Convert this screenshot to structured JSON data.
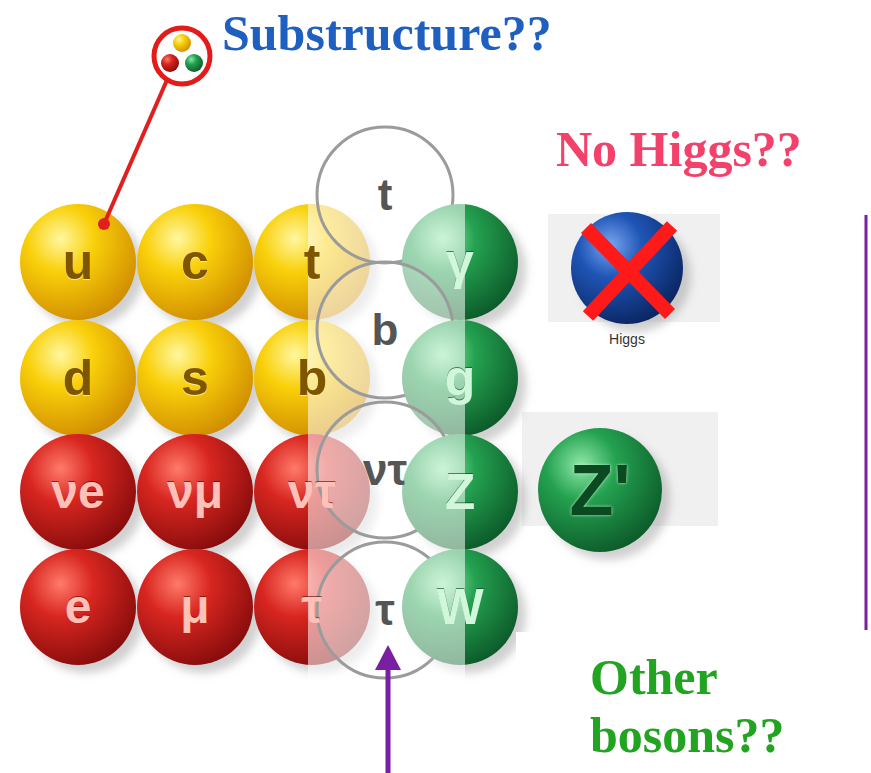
{
  "diagram": {
    "nodes": [
      {
        "text": [
          "u"
        ]
      },
      {
        "text": [
          "c"
        ]
      },
      {
        "text": [
          "t"
        ]
      },
      {
        "text": [
          "t"
        ]
      },
      {
        "text": [
          "γ"
        ]
      },
      {
        "text": [
          "Higgs"
        ]
      },
      {
        "text": [
          "d"
        ]
      },
      {
        "text": [
          "s"
        ]
      },
      {
        "text": [
          "b"
        ]
      },
      {
        "text": [
          "b"
        ]
      },
      {
        "text": [
          "g"
        ]
      },
      {
        "text": [
          "νe"
        ]
      },
      {
        "text": [
          "νμ"
        ]
      },
      {
        "text": [
          "ντ"
        ]
      },
      {
        "text": [
          "ντ"
        ]
      },
      {
        "text": [
          "Z"
        ]
      },
      {
        "text": [
          "Z'"
        ]
      },
      {
        "text": [
          "e"
        ]
      },
      {
        "text": [
          "μ"
        ]
      },
      {
        "text": [
          "τ"
        ]
      },
      {
        "text": [
          "τ"
        ]
      },
      {
        "text": [
          "W"
        ]
      }
    ],
    "labels": [
      "Substructure??",
      "No Higgs??",
      "Other bosons??"
    ]
  }
}
